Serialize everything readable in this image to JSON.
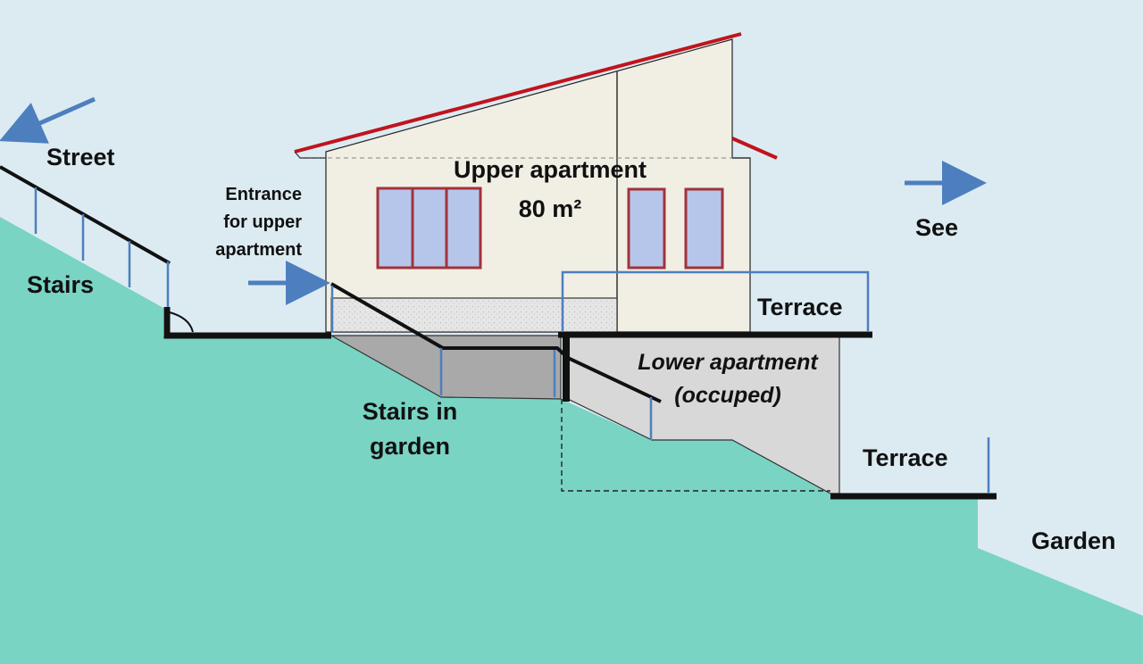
{
  "labels": {
    "street": "Street",
    "stairs": "Stairs",
    "entrance": [
      "Entrance",
      "for upper",
      "apartment"
    ],
    "upper_apartment": "Upper apartment",
    "area": "80 m²",
    "see": "See",
    "terrace_upper": "Terrace",
    "lower_apartment": "Lower apartment",
    "lower_status": "(occuped)",
    "stairs_in_garden": [
      "Stairs in",
      "garden"
    ],
    "terrace_lower": "Terrace",
    "garden": "Garden"
  },
  "colors": {
    "sky": "#dcebf2",
    "ground": "#79d4c4",
    "roof": "#c0141c",
    "house_wall": "#f1efe4",
    "lower_wall": "#d8d8d8",
    "stairs_fill": "#a9a9a9",
    "window_glass": "#b6c6ea",
    "window_frame": "#a3323a",
    "railing": "#4d7fbf",
    "arrow": "#4d7fbf",
    "outline": "#111111"
  },
  "icons": {
    "street_arrow": "arrow-left-icon",
    "entrance_arrow": "arrow-right-icon",
    "see_arrow": "arrow-right-icon"
  }
}
